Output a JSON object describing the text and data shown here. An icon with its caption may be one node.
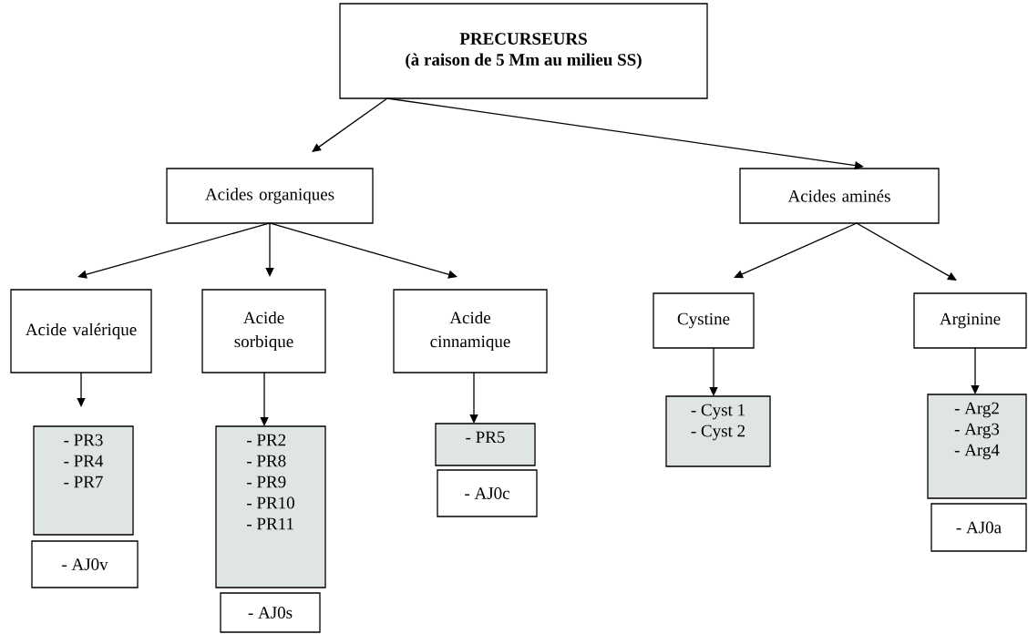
{
  "diagram": {
    "nodes": [
      {
        "text": [
          "PRECURSEURS",
          "(à raison de 5 Mm au milieu SS)"
        ]
      },
      {
        "text": [
          "Acides organiques"
        ]
      },
      {
        "text": [
          "Acides aminés"
        ]
      },
      {
        "text": [
          "Acide valérique"
        ]
      },
      {
        "text": [
          "Acide sorbique"
        ]
      },
      {
        "text": [
          "Acide cinnamique"
        ]
      },
      {
        "text": [
          "Cystine"
        ]
      },
      {
        "text": [
          "Arginine"
        ]
      },
      {
        "text": [
          "- PR3",
          "- PR4",
          "- PR7"
        ]
      },
      {
        "text": [
          "- AJ0v"
        ]
      },
      {
        "text": [
          "- PR2",
          "- PR8",
          "- PR9",
          "- PR10",
          "- PR11"
        ]
      },
      {
        "text": [
          "- AJ0s"
        ]
      },
      {
        "text": [
          "- PR5"
        ]
      },
      {
        "text": [
          "- AJ0c"
        ]
      },
      {
        "text": [
          "- Cyst 1",
          "- Cyst 2"
        ]
      },
      {
        "text": [
          "- Arg2",
          "- Arg3",
          "- Arg4"
        ]
      },
      {
        "text": [
          "- AJ0a"
        ]
      }
    ],
    "edges": [
      {
        "from": 0,
        "to": 1,
        "arrow": "to"
      },
      {
        "from": 0,
        "to": 2,
        "arrow": "to"
      },
      {
        "from": 1,
        "to": 3,
        "arrow": "to"
      },
      {
        "from": 1,
        "to": 4,
        "arrow": "to"
      },
      {
        "from": 1,
        "to": 5,
        "arrow": "to"
      },
      {
        "from": 2,
        "to": 6,
        "arrow": "to"
      },
      {
        "from": 2,
        "to": 7,
        "arrow": "to"
      },
      {
        "from": 3,
        "to": 8,
        "arrow": "to"
      },
      {
        "from": 4,
        "to": 10,
        "arrow": "to"
      },
      {
        "from": 5,
        "to": 12,
        "arrow": "to"
      },
      {
        "from": 6,
        "to": 14,
        "arrow": "to"
      },
      {
        "from": 7,
        "to": 15,
        "arrow": "to"
      }
    ]
  }
}
